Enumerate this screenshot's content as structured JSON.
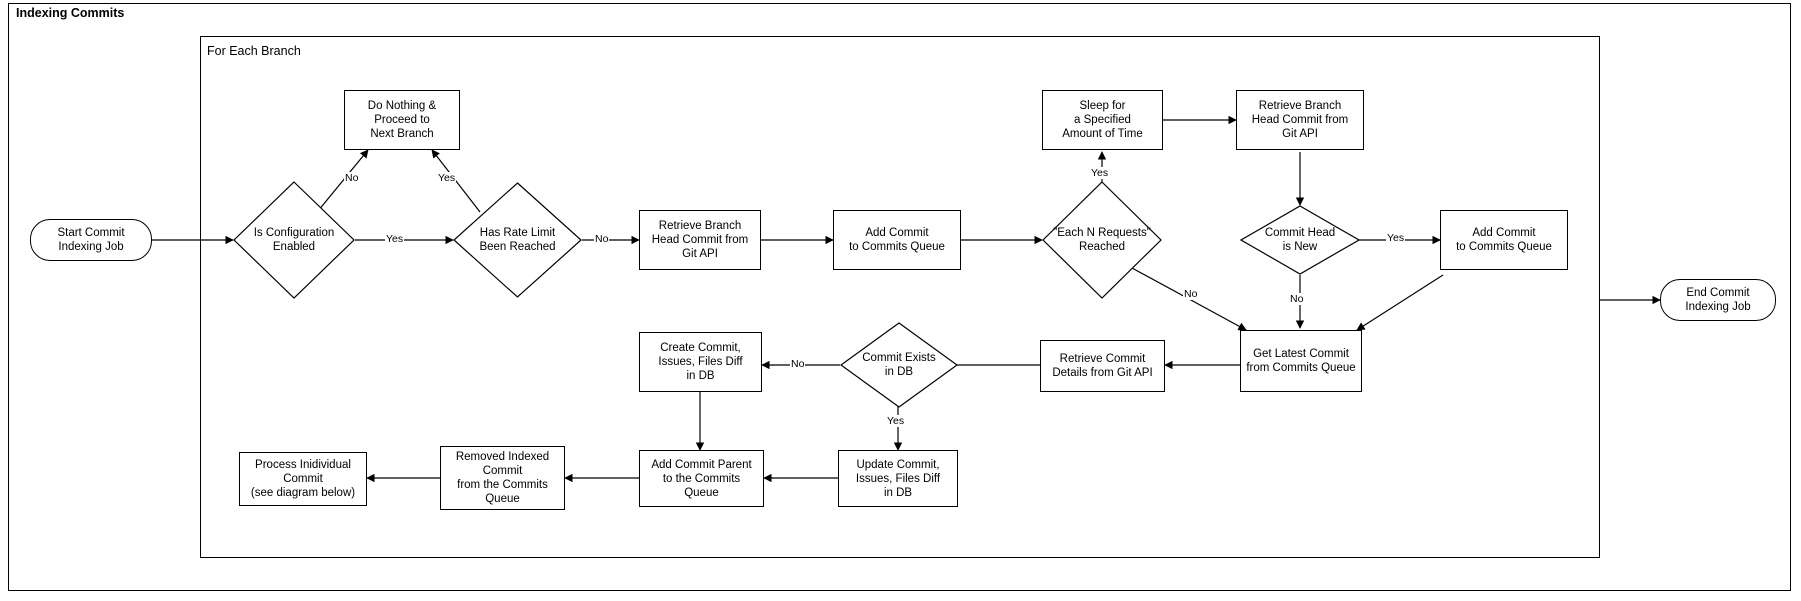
{
  "diagram": {
    "title": "Indexing Commits",
    "group_title": "For Each Branch",
    "nodes": {
      "start": {
        "label": "Start Commit\nIndexing Job",
        "shape": "terminator"
      },
      "is_config_enabled": {
        "label": "Is Configuration\nEnabled",
        "shape": "diamond"
      },
      "do_nothing": {
        "label": "Do Nothing &\nProceed to\nNext Branch",
        "shape": "rect"
      },
      "rate_limit": {
        "label": "Has Rate Limit\nBeen Reached",
        "shape": "diamond"
      },
      "retrieve_branch_head_1": {
        "label": "Retrieve Branch\nHead Commit from\nGit API",
        "shape": "rect"
      },
      "add_commit_queue_1": {
        "label": "Add Commit\nto Commits Queue",
        "shape": "rect"
      },
      "each_n_requests": {
        "label": "\"Each N Requests\"\nReached",
        "shape": "diamond"
      },
      "sleep": {
        "label": "Sleep for\na Specified\nAmount of Time",
        "shape": "rect"
      },
      "retrieve_branch_head_2": {
        "label": "Retrieve Branch\nHead Commit from\nGit API",
        "shape": "rect"
      },
      "commit_head_new": {
        "label": "Commit Head\nis New",
        "shape": "diamond"
      },
      "add_commit_queue_2": {
        "label": "Add Commit\nto Commits Queue",
        "shape": "rect"
      },
      "get_latest_commit": {
        "label": "Get Latest Commit\nfrom Commits Queue",
        "shape": "rect"
      },
      "retrieve_commit_details": {
        "label": "Retrieve Commit\nDetails from Git API",
        "shape": "rect"
      },
      "commit_exists_db": {
        "label": "Commit Exists\nin DB",
        "shape": "diamond"
      },
      "create_commit": {
        "label": "Create Commit,\nIssues, Files Diff\nin DB",
        "shape": "rect"
      },
      "update_commit": {
        "label": "Update Commit,\nIssues, Files Diff\nin DB",
        "shape": "rect"
      },
      "add_commit_parent": {
        "label": "Add Commit Parent\nto the Commits\nQueue",
        "shape": "rect"
      },
      "removed_indexed": {
        "label": "Removed Indexed\nCommit\nfrom the Commits\nQueue",
        "shape": "rect"
      },
      "process_individual": {
        "label": "Process Inidividual\nCommit\n(see diagram below)",
        "shape": "rect"
      },
      "end": {
        "label": "End Commit\nIndexing Job",
        "shape": "terminator"
      }
    },
    "edge_labels": {
      "config_no": "No",
      "config_yes": "Yes",
      "ratelimit_yes": "Yes",
      "ratelimit_no": "No",
      "eachn_yes": "Yes",
      "eachn_no": "No",
      "head_yes": "Yes",
      "head_no": "No",
      "exists_no": "No",
      "exists_yes": "Yes"
    },
    "colors": {
      "stroke": "#000000",
      "fill": "#ffffff",
      "text": "#000000"
    }
  }
}
